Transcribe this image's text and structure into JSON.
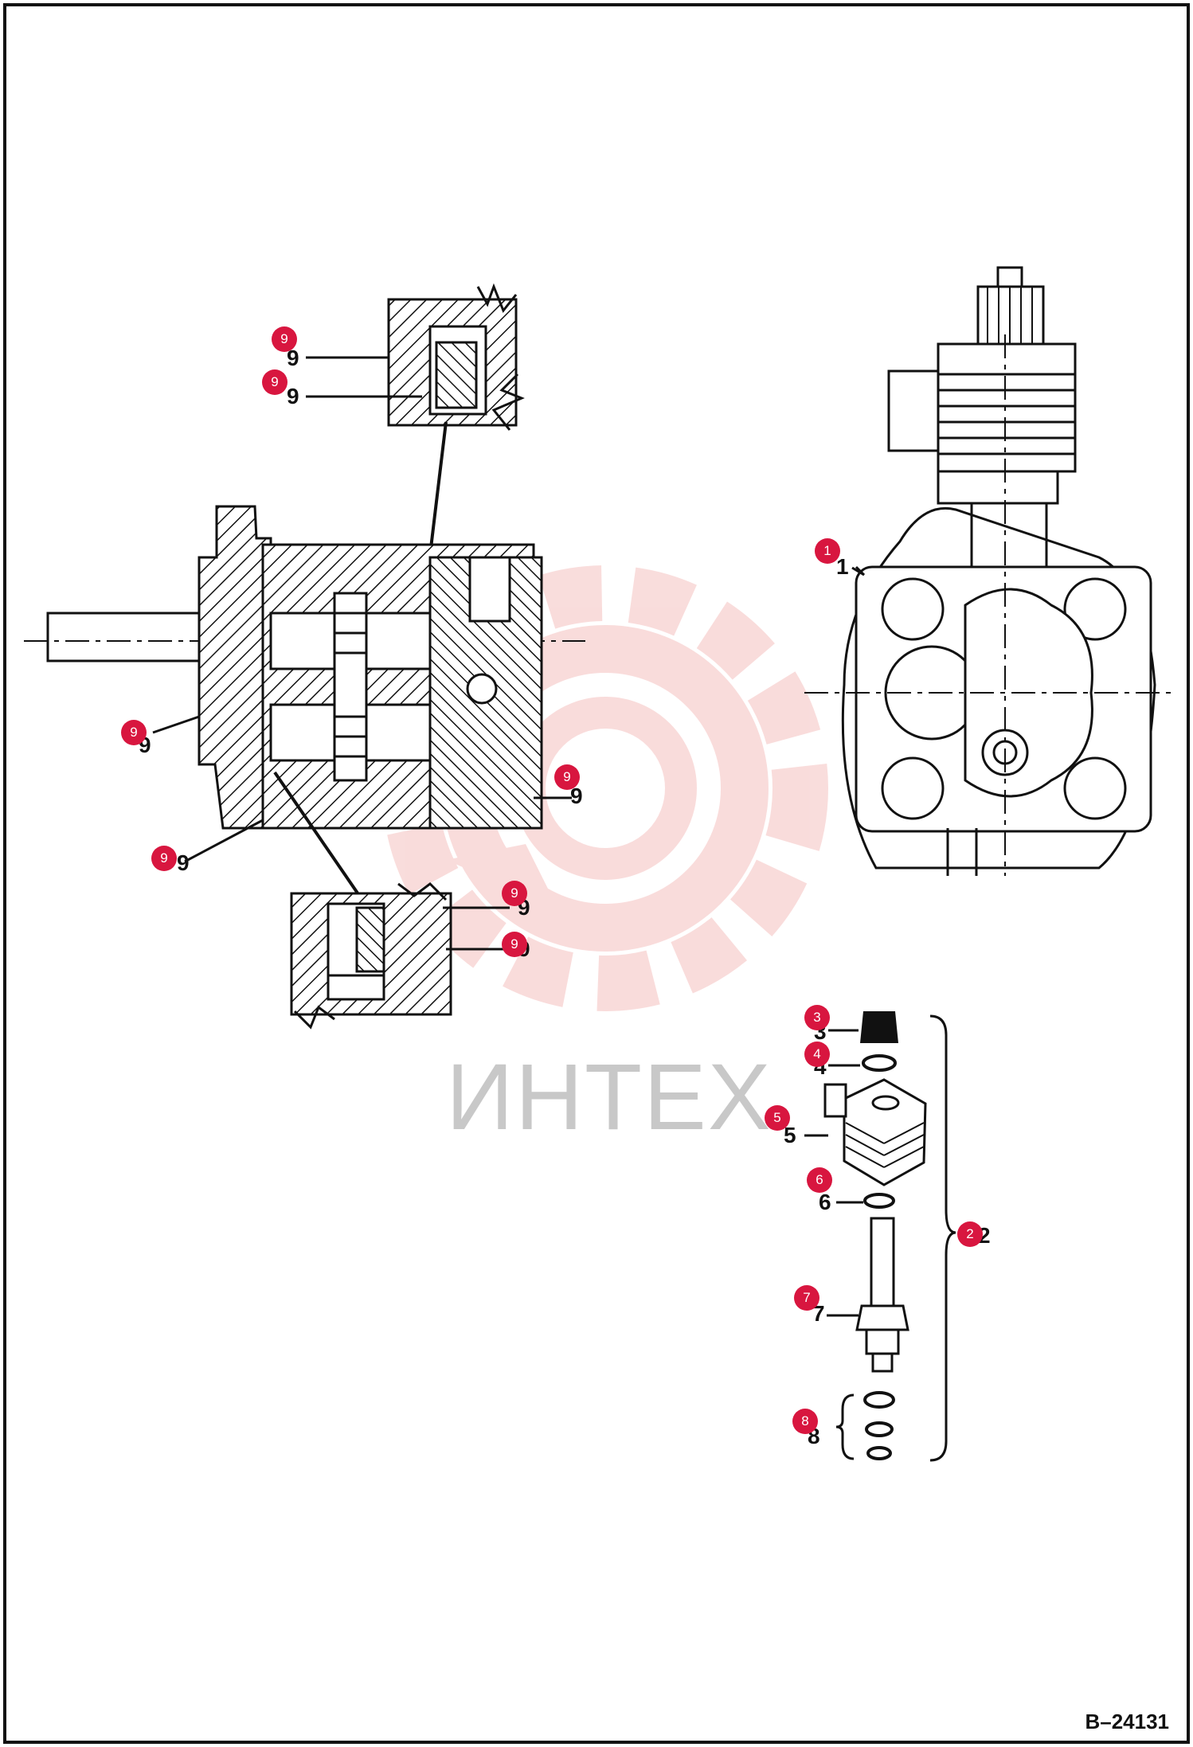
{
  "drawing": {
    "code": "B–24131",
    "watermark": "ИНТЕХ"
  },
  "colors": {
    "callout": "#d8163f",
    "line": "#111111",
    "watermark": "#e0433f"
  },
  "callouts": [
    {
      "id": "c-9a",
      "label": "9"
    },
    {
      "id": "c-9b",
      "label": "9"
    },
    {
      "id": "c-9c",
      "label": "9"
    },
    {
      "id": "c-9d",
      "label": "9"
    },
    {
      "id": "c-9e",
      "label": "9"
    },
    {
      "id": "c-9f",
      "label": "9"
    },
    {
      "id": "c-9g",
      "label": "9"
    },
    {
      "id": "c-1",
      "label": "1"
    },
    {
      "id": "c-3",
      "label": "3"
    },
    {
      "id": "c-4",
      "label": "4"
    },
    {
      "id": "c-5",
      "label": "5"
    },
    {
      "id": "c-6",
      "label": "6"
    },
    {
      "id": "c-2",
      "label": "2"
    },
    {
      "id": "c-7",
      "label": "7"
    },
    {
      "id": "c-8",
      "label": "8"
    }
  ]
}
